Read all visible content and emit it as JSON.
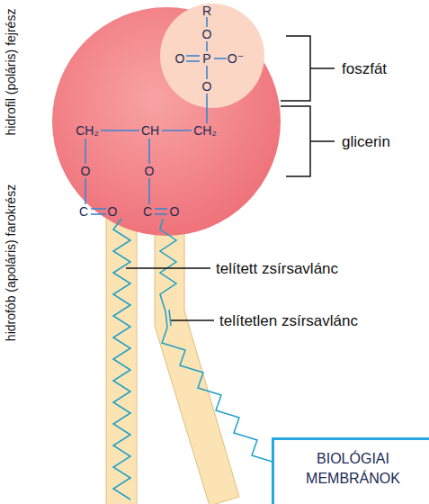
{
  "diagram": {
    "nodes": [
      {
        "text": [
          "BIOLÓGIAI MEMBRÁNOK"
        ]
      }
    ],
    "labels": [
      "hidrofil (poláris) fejrész",
      "hidrofób (apoláris) farokrész",
      "R",
      "O",
      "O",
      "P",
      "O⁻",
      "O",
      "CH₂",
      "CH",
      "CH₂",
      "O",
      "O",
      "C",
      "O",
      "C",
      "O",
      "foszfát",
      "glicerin",
      "telített zsírsavlánc",
      "telítetlen zsírsavlánc"
    ]
  }
}
